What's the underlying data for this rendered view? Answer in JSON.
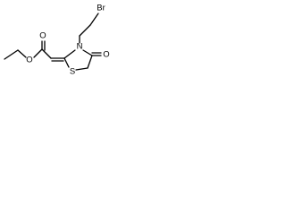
{
  "structure": {
    "atoms": {
      "bromine": "Br",
      "ring_nitrogen": "N",
      "ring_sulfur": "S",
      "carbonyl_oxygen": "O",
      "ester_carbonyl_oxygen": "O",
      "ester_ether_oxygen": "O"
    }
  },
  "colors": {
    "bond": "#000000",
    "label": "#000000",
    "background": "#ffffff"
  }
}
